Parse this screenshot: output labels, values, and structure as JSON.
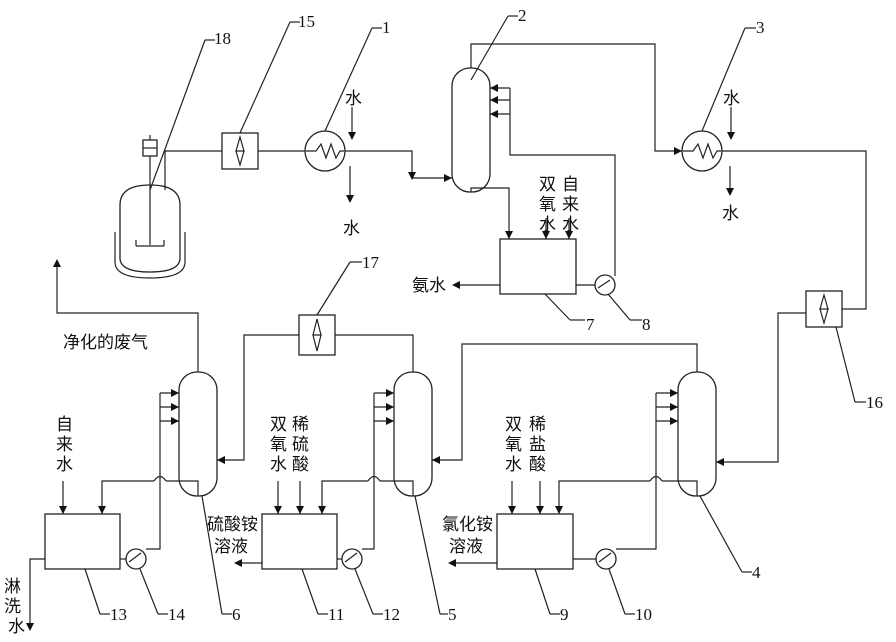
{
  "numbers": {
    "n1": "1",
    "n2": "2",
    "n3": "3",
    "n4": "4",
    "n5": "5",
    "n6": "6",
    "n7": "7",
    "n8": "8",
    "n9": "9",
    "n10": "10",
    "n11": "11",
    "n12": "12",
    "n13": "13",
    "n14": "14",
    "n15": "15",
    "n16": "16",
    "n17": "17",
    "n18": "18"
  },
  "labels": {
    "water": "水",
    "water_out": "水",
    "h2o2": [
      "双",
      "氧",
      "水"
    ],
    "tap_water": [
      "自",
      "来",
      "水"
    ],
    "ammonia_water": "氨水",
    "purified_gas": "净化的废气",
    "dilute_sulfuric": [
      "稀",
      "硫",
      "酸"
    ],
    "dilute_hydrochloric": [
      "稀",
      "盐",
      "酸"
    ],
    "ammonium_sulfate": [
      "硫酸铵",
      "溶液"
    ],
    "ammonium_chloride": [
      "氯化铵",
      "溶液"
    ],
    "wash_water": [
      "淋",
      "洗",
      "水"
    ]
  }
}
